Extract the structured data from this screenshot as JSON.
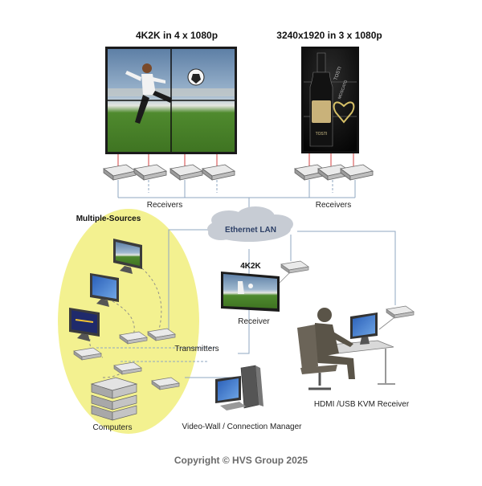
{
  "titles": {
    "left_wall": "4K2K in 4 x 1080p",
    "right_wall": "3240x1920 in 3 x 1080p"
  },
  "labels": {
    "receivers_left": "Receivers",
    "receivers_right": "Receivers",
    "ethernet": "Ethernet LAN",
    "multiple_sources": "Multiple-Sources",
    "fourk_title": "4K2K",
    "receiver": "Receiver",
    "transmitters": "Transmitters",
    "computers": "Computers",
    "manager": "Video-Wall / Connection Manager",
    "kvm": "HDMI /USB KVM Receiver"
  },
  "bottle_text": {
    "brand": "TOSTI",
    "wine": "MOSCATO"
  },
  "footer": {
    "copyright": "Copyright © HVS Group 2025"
  },
  "colors": {
    "highlight": "#f3f190",
    "cloud": "#c7ccd4",
    "link_red": "#d44040",
    "link_blue": "#5b83b8",
    "lan_line": "#8fa7c2"
  }
}
